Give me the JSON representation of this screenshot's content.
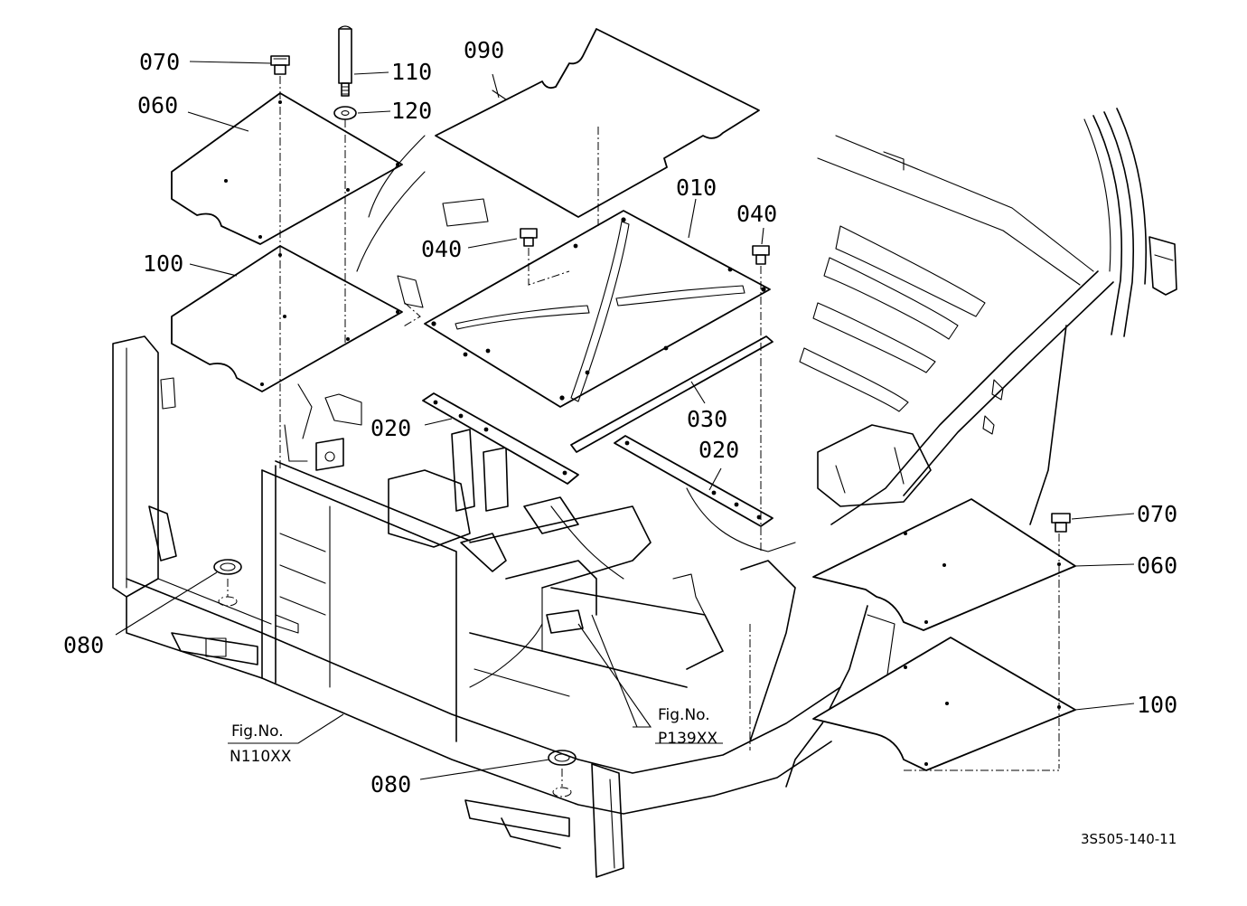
{
  "labels": {
    "p070a": "070",
    "p060a": "060",
    "p110": "110",
    "p120": "120",
    "p090": "090",
    "p100a": "100",
    "p010": "010",
    "p040a": "040",
    "p040b": "040",
    "p020a": "020",
    "p030": "030",
    "p020b": "020",
    "p070b": "070",
    "p060b": "060",
    "p100b": "100",
    "p080a": "080",
    "p080b": "080"
  },
  "refs": {
    "fig1_title": "Fig.No.",
    "fig1_code": "N110XX",
    "fig2_title": "Fig.No.",
    "fig2_code": "P139XX"
  },
  "drawing_code": "3S505-140-11"
}
